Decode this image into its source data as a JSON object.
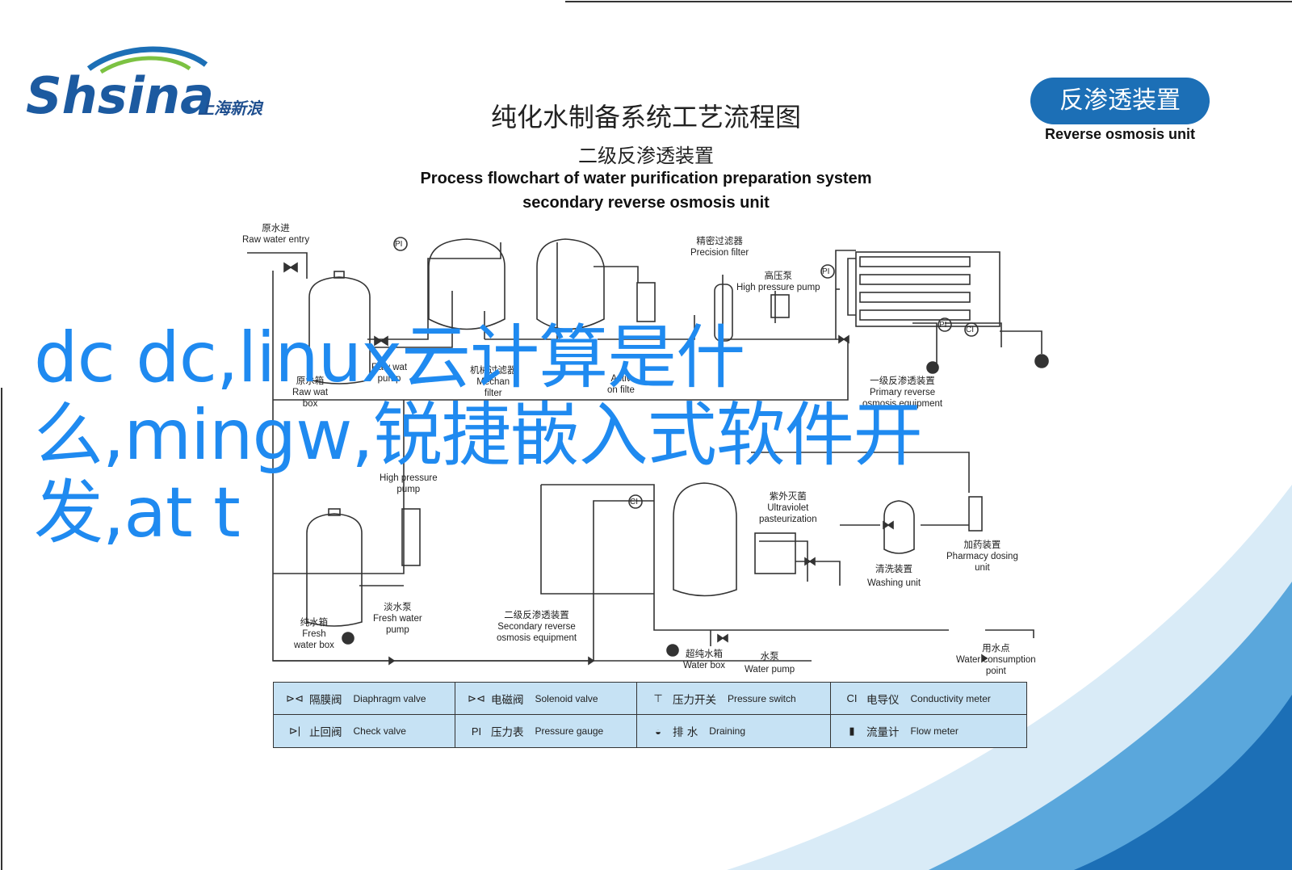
{
  "logo": {
    "brand": "Shsina",
    "sub": "上海新浪"
  },
  "titles": {
    "cn": "纯化水制备系统工艺流程图",
    "sub_cn": "二级反渗透装置",
    "en": "Process flowchart of water purification preparation system",
    "sub_en": "secondary reverse osmosis unit"
  },
  "badge": {
    "cn": "反渗透装置",
    "en": "Reverse osmosis unit"
  },
  "overlay_text": "dc dc,linux云计算是什么,mingw,锐捷嵌入式软件开发,at t",
  "labels": {
    "raw_entry": [
      "原水进",
      "Raw water entry"
    ],
    "raw_box": [
      "原水箱",
      "Raw wat",
      "box"
    ],
    "raw_pump": [
      "Raw wat",
      "pump"
    ],
    "mech_filter": [
      "机械过滤器",
      "Mechan",
      "filter"
    ],
    "act_filter": [
      "Activ",
      "on filte"
    ],
    "precision": [
      "精密过滤器",
      "Precision filter"
    ],
    "hp_pump": [
      "高压泵",
      "High pressure pump"
    ],
    "primary_ro": [
      "一级反渗透装置",
      "Primary reverse",
      "osmosis equipment"
    ],
    "hp_pump2": [
      "High pressure",
      "pump"
    ],
    "uv": [
      "紫外灭菌",
      "Ultraviolet",
      "pasteurization"
    ],
    "pharm": [
      "加药装置",
      "Pharmacy dosing",
      "unit"
    ],
    "washing": [
      "清洗装置",
      "Washing unit"
    ],
    "fresh_box": [
      "纯水箱",
      "Fresh",
      "water box"
    ],
    "fresh_pump": [
      "淡水泵",
      "Fresh water",
      "pump"
    ],
    "secondary_ro": [
      "二级反渗透装置",
      "Secondary reverse",
      "osmosis equipment"
    ],
    "ultra_box": [
      "超纯水箱",
      "Water box"
    ],
    "water_pump": [
      "水泵",
      "Water pump"
    ],
    "consumption": [
      "用水点",
      "Water consumption",
      "point"
    ],
    "pi": "PI",
    "ci": "CI"
  },
  "legend": [
    {
      "icon": "diaphragm-valve-icon",
      "sym": "⊳⊲",
      "cn": "隔膜阀",
      "en": "Diaphragm valve"
    },
    {
      "icon": "solenoid-valve-icon",
      "sym": "⊳⊲",
      "cn": "电磁阀",
      "en": "Solenoid valve"
    },
    {
      "icon": "pressure-switch-icon",
      "sym": "⊤",
      "cn": "压力开关",
      "en": "Pressure switch"
    },
    {
      "icon": "conductivity-meter-icon",
      "sym": "CI",
      "cn": "电导仪",
      "en": "Conductivity meter"
    },
    {
      "icon": "check-valve-icon",
      "sym": "⊳|",
      "cn": "止回阀",
      "en": "Check valve"
    },
    {
      "icon": "pressure-gauge-icon",
      "sym": "PI",
      "cn": "压力表",
      "en": "Pressure gauge"
    },
    {
      "icon": "draining-icon",
      "sym": "◒",
      "cn": "排  水",
      "en": "Draining"
    },
    {
      "icon": "flow-meter-icon",
      "sym": "▮",
      "cn": "流量计",
      "en": "Flow meter"
    }
  ],
  "colors": {
    "accent": "#1c6fb6",
    "overlay": "#1f8af0",
    "legend_bg": "#c6e2f4"
  }
}
